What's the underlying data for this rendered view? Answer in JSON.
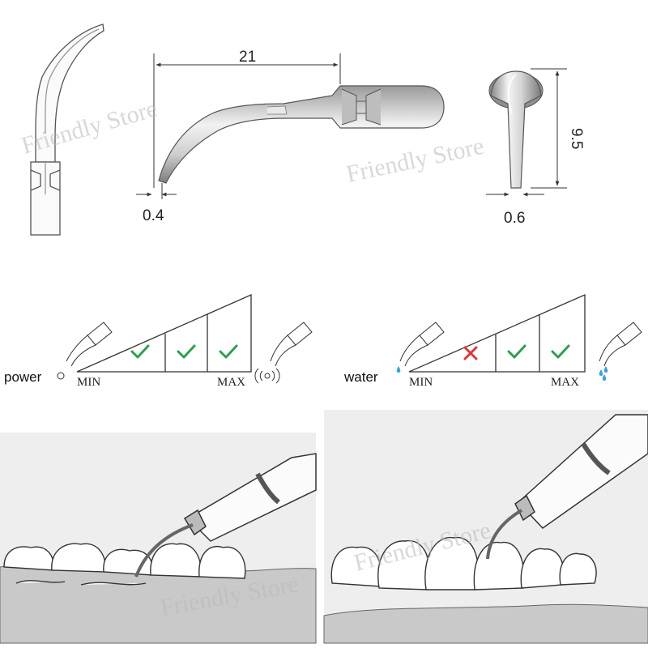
{
  "dimensions": {
    "length": "21",
    "tip_width": "0.4",
    "height": "9.5",
    "base_width": "0.6"
  },
  "power_scale": {
    "label": "power",
    "min_label": "MIN",
    "max_label": "MAX",
    "levels": [
      "check",
      "check",
      "check"
    ]
  },
  "water_scale": {
    "label": "water",
    "min_label": "MIN",
    "max_label": "MAX",
    "levels": [
      "cross",
      "check",
      "check"
    ]
  },
  "watermark": "Friendly Store",
  "colors": {
    "check": "#2e9e4f",
    "cross": "#d63a3a",
    "water_drop": "#3f9fd8",
    "line": "#333333",
    "photo_bg": "#eeeeee",
    "gum_shade": "#c9c9c9"
  },
  "icons": [
    "scaler-tip-icon",
    "check-icon",
    "cross-icon",
    "vibration-icon",
    "water-drop-icon"
  ]
}
